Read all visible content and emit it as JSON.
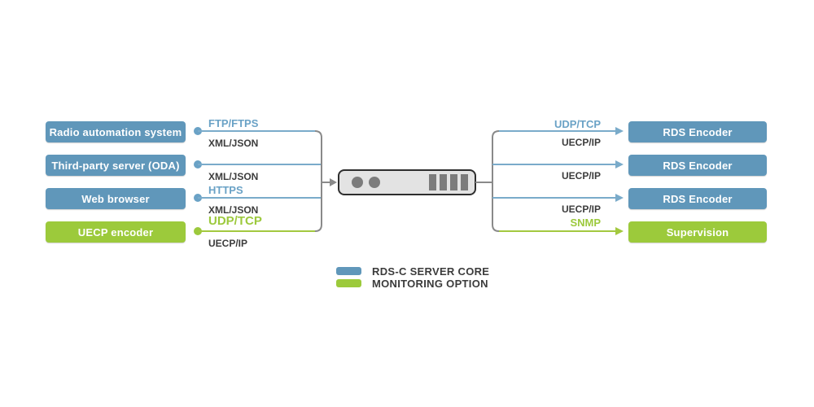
{
  "colors": {
    "node_blue": "#6097ba",
    "node_green": "#9cca3b",
    "line_blue": "#7aabca",
    "line_green": "#a3c93f",
    "label_blue": "#6aa2c6",
    "label_green": "#9cc93c",
    "text_dark": "#3c3c3c",
    "connector_gray": "#8a8a8a",
    "device_fill": "#e3e3e3",
    "device_border": "#2e2e2e",
    "device_detail": "#7c7c7c"
  },
  "left_nodes": [
    {
      "label": "Radio automation system",
      "type": "server-core"
    },
    {
      "label": "Third-party server (ODA)",
      "type": "server-core"
    },
    {
      "label": "Web browser",
      "type": "server-core"
    },
    {
      "label": "UECP encoder",
      "type": "monitoring"
    }
  ],
  "left_links": [
    {
      "protocol": "FTP/FTPS",
      "format": "XML/JSON"
    },
    {
      "format": "XML/JSON"
    },
    {
      "protocol": "HTTPS",
      "format": "XML/JSON"
    },
    {
      "protocol": "UDP/TCP",
      "format": "UECP/IP"
    }
  ],
  "right_links": [
    {
      "protocol": "UDP/TCP",
      "format": "UECP/IP"
    },
    {
      "format": "UECP/IP"
    },
    {
      "format": "UECP/IP"
    },
    {
      "protocol": "SNMP"
    }
  ],
  "right_nodes": [
    {
      "label": "RDS Encoder",
      "type": "server-core"
    },
    {
      "label": "RDS Encoder",
      "type": "server-core"
    },
    {
      "label": "RDS Encoder",
      "type": "server-core"
    },
    {
      "label": "Supervision",
      "type": "monitoring"
    }
  ],
  "legend": [
    {
      "label": "RDS-C SERVER CORE",
      "color": "#6097ba"
    },
    {
      "label": "MONITORING OPTION",
      "color": "#9cca3b"
    }
  ]
}
